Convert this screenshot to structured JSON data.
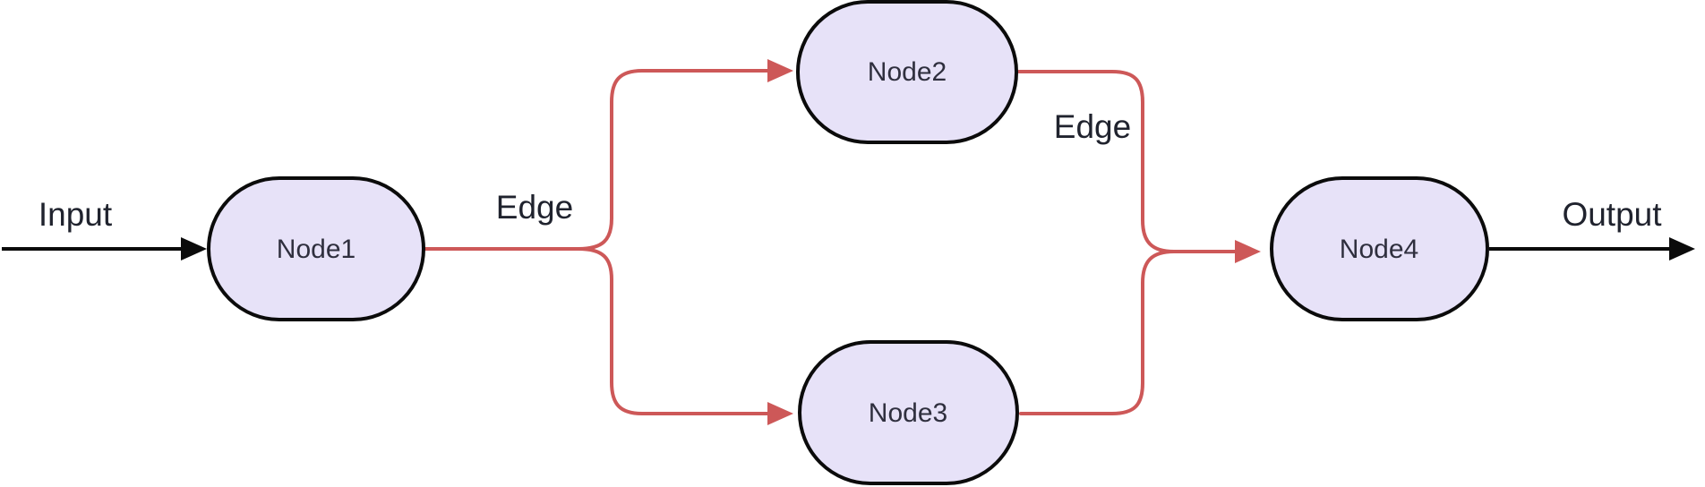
{
  "diagram": {
    "type": "flowchart-left-to-right",
    "background": "#ffffff",
    "colors": {
      "node_fill": "#e7e2f8",
      "node_border": "#0b0b0b",
      "node_text": "#2f2f3e",
      "edge_highlight": "#cd5858",
      "edge_default": "#0b0b0b",
      "label_text": "#20232e"
    },
    "nodes": [
      {
        "id": "node1",
        "label": "Node1"
      },
      {
        "id": "node2",
        "label": "Node2"
      },
      {
        "id": "node3",
        "label": "Node3"
      },
      {
        "id": "node4",
        "label": "Node4"
      }
    ],
    "edge_labels": [
      {
        "id": "input-label",
        "text": "Input"
      },
      {
        "id": "edge-label-1",
        "text": "Edge"
      },
      {
        "id": "edge-label-2",
        "text": "Edge"
      },
      {
        "id": "output-label",
        "text": "Output"
      }
    ],
    "edges": [
      {
        "from": "Input",
        "to": "Node1",
        "color": "black",
        "label": "Input"
      },
      {
        "from": "Node1",
        "to": "Node2",
        "color": "red",
        "label": "Edge"
      },
      {
        "from": "Node1",
        "to": "Node3",
        "color": "red",
        "label": ""
      },
      {
        "from": "Node2",
        "to": "Node4",
        "color": "red",
        "label": "Edge"
      },
      {
        "from": "Node3",
        "to": "Node4",
        "color": "red",
        "label": ""
      },
      {
        "from": "Node4",
        "to": "Output",
        "color": "black",
        "label": "Output"
      }
    ]
  }
}
